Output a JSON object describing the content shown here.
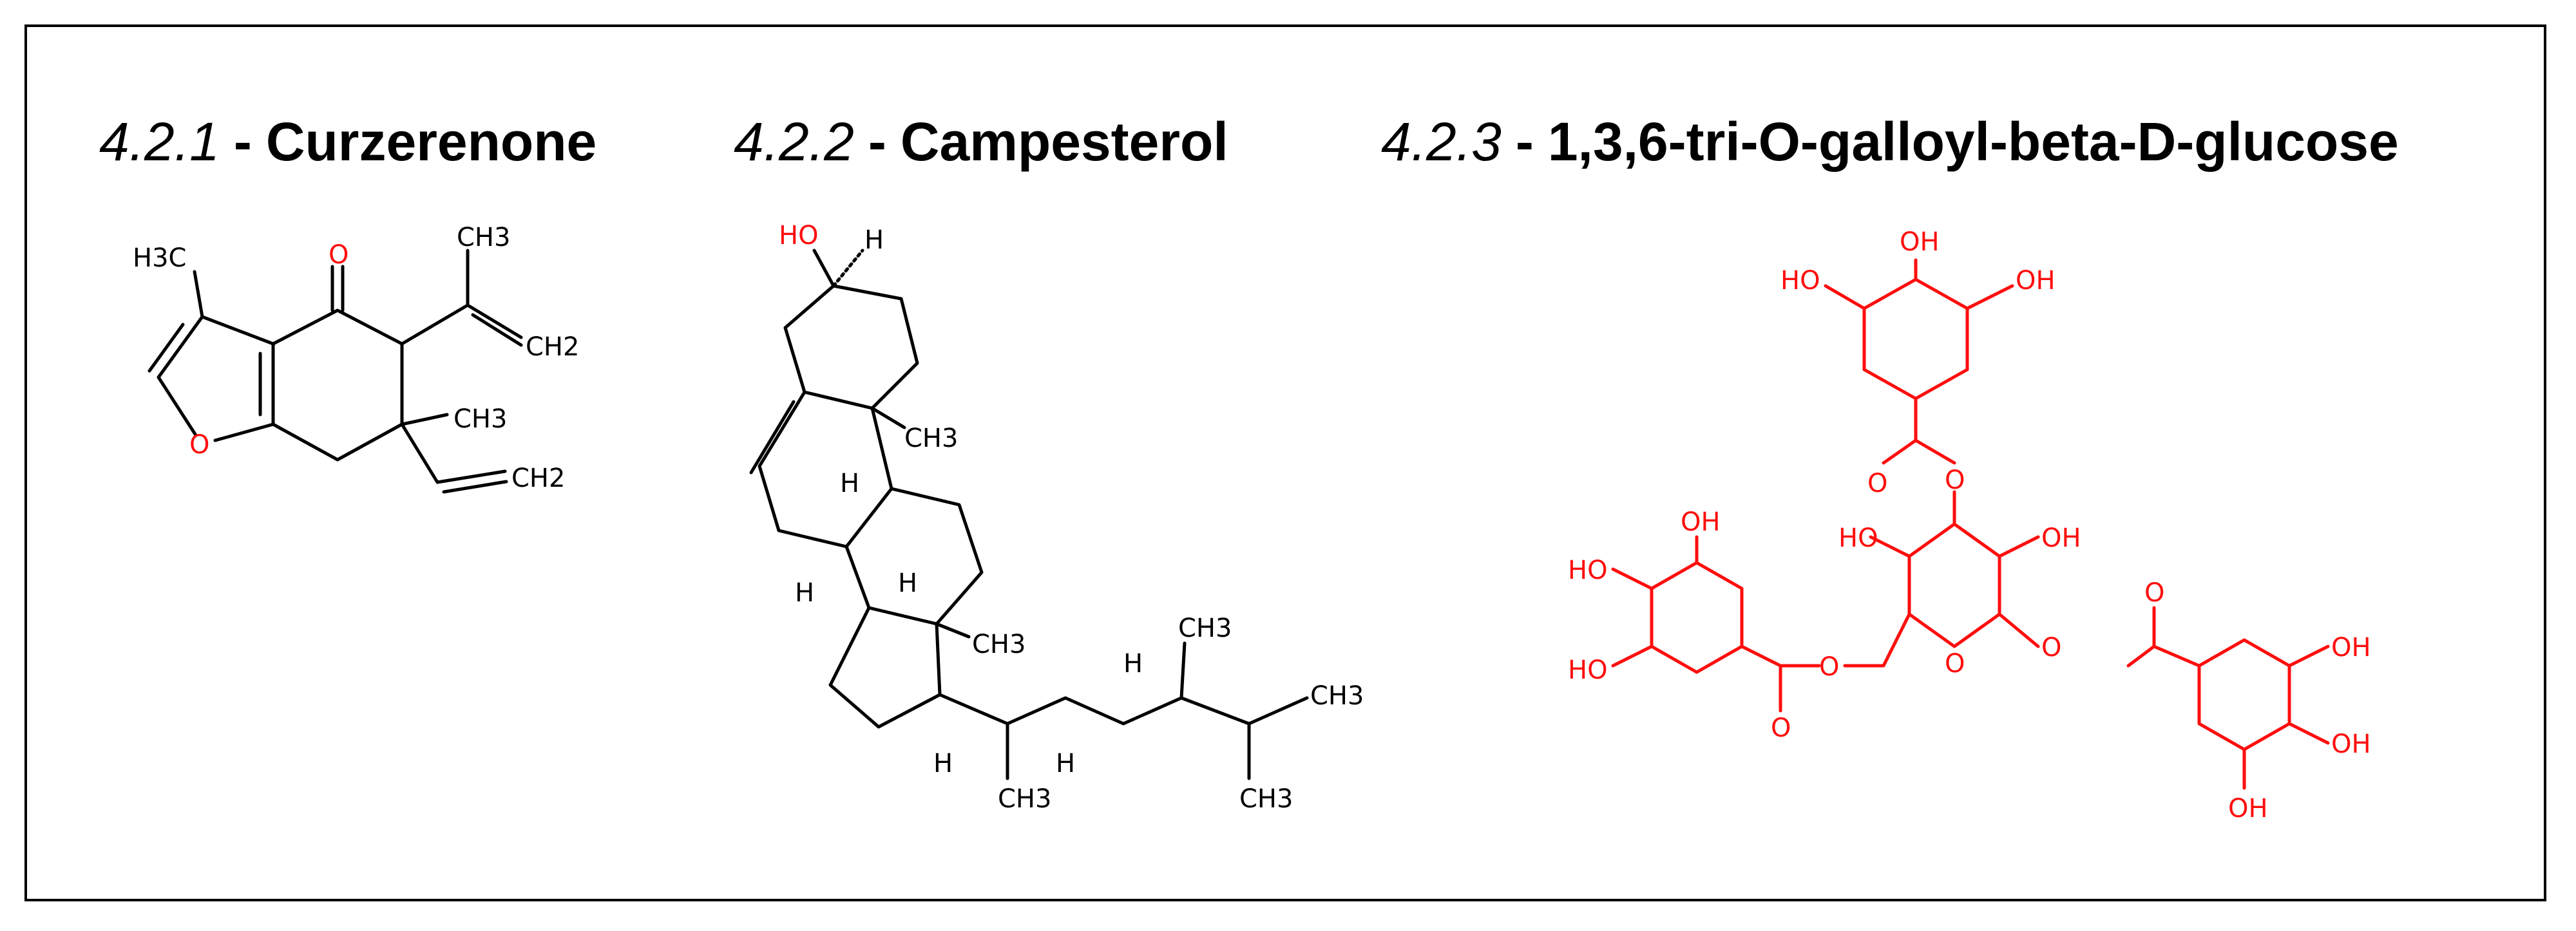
{
  "compounds": [
    {
      "number": "4.2.1",
      "separator": "-",
      "name": "Curzerenone",
      "atom_labels": {
        "methyl_top_left": "H3C",
        "ketone_o": "O",
        "isopropenyl_ch3": "CH3",
        "isopropenyl_ch2": "CH2",
        "quaternary_ch3": "CH3",
        "vinyl_ch2": "CH2",
        "furan_o": "O"
      }
    },
    {
      "number": "4.2.2",
      "separator": "-",
      "name": "Campesterol",
      "atom_labels": {
        "hydroxyl": "HO",
        "c3_h": "H",
        "c10_ch3": "CH3",
        "c9_h": "H",
        "c8_h": "H",
        "c14_h": "H",
        "c13_ch3": "CH3",
        "c17_h": "H",
        "c20_h": "H",
        "c21_ch3": "CH3",
        "c24_h": "H",
        "c28_ch3": "CH3",
        "c26_ch3": "CH3",
        "c27_ch3": "CH3"
      }
    },
    {
      "number": "4.2.3",
      "separator": "-",
      "name": "1,3,6-tri-O-galloyl-beta-D-glucose",
      "atom_labels": {
        "oh": "OH",
        "ho": "HO",
        "o": "O"
      }
    }
  ],
  "colors": {
    "heteroatom": "#ff0d0d",
    "bond": "#000000",
    "frame": "#000000"
  }
}
